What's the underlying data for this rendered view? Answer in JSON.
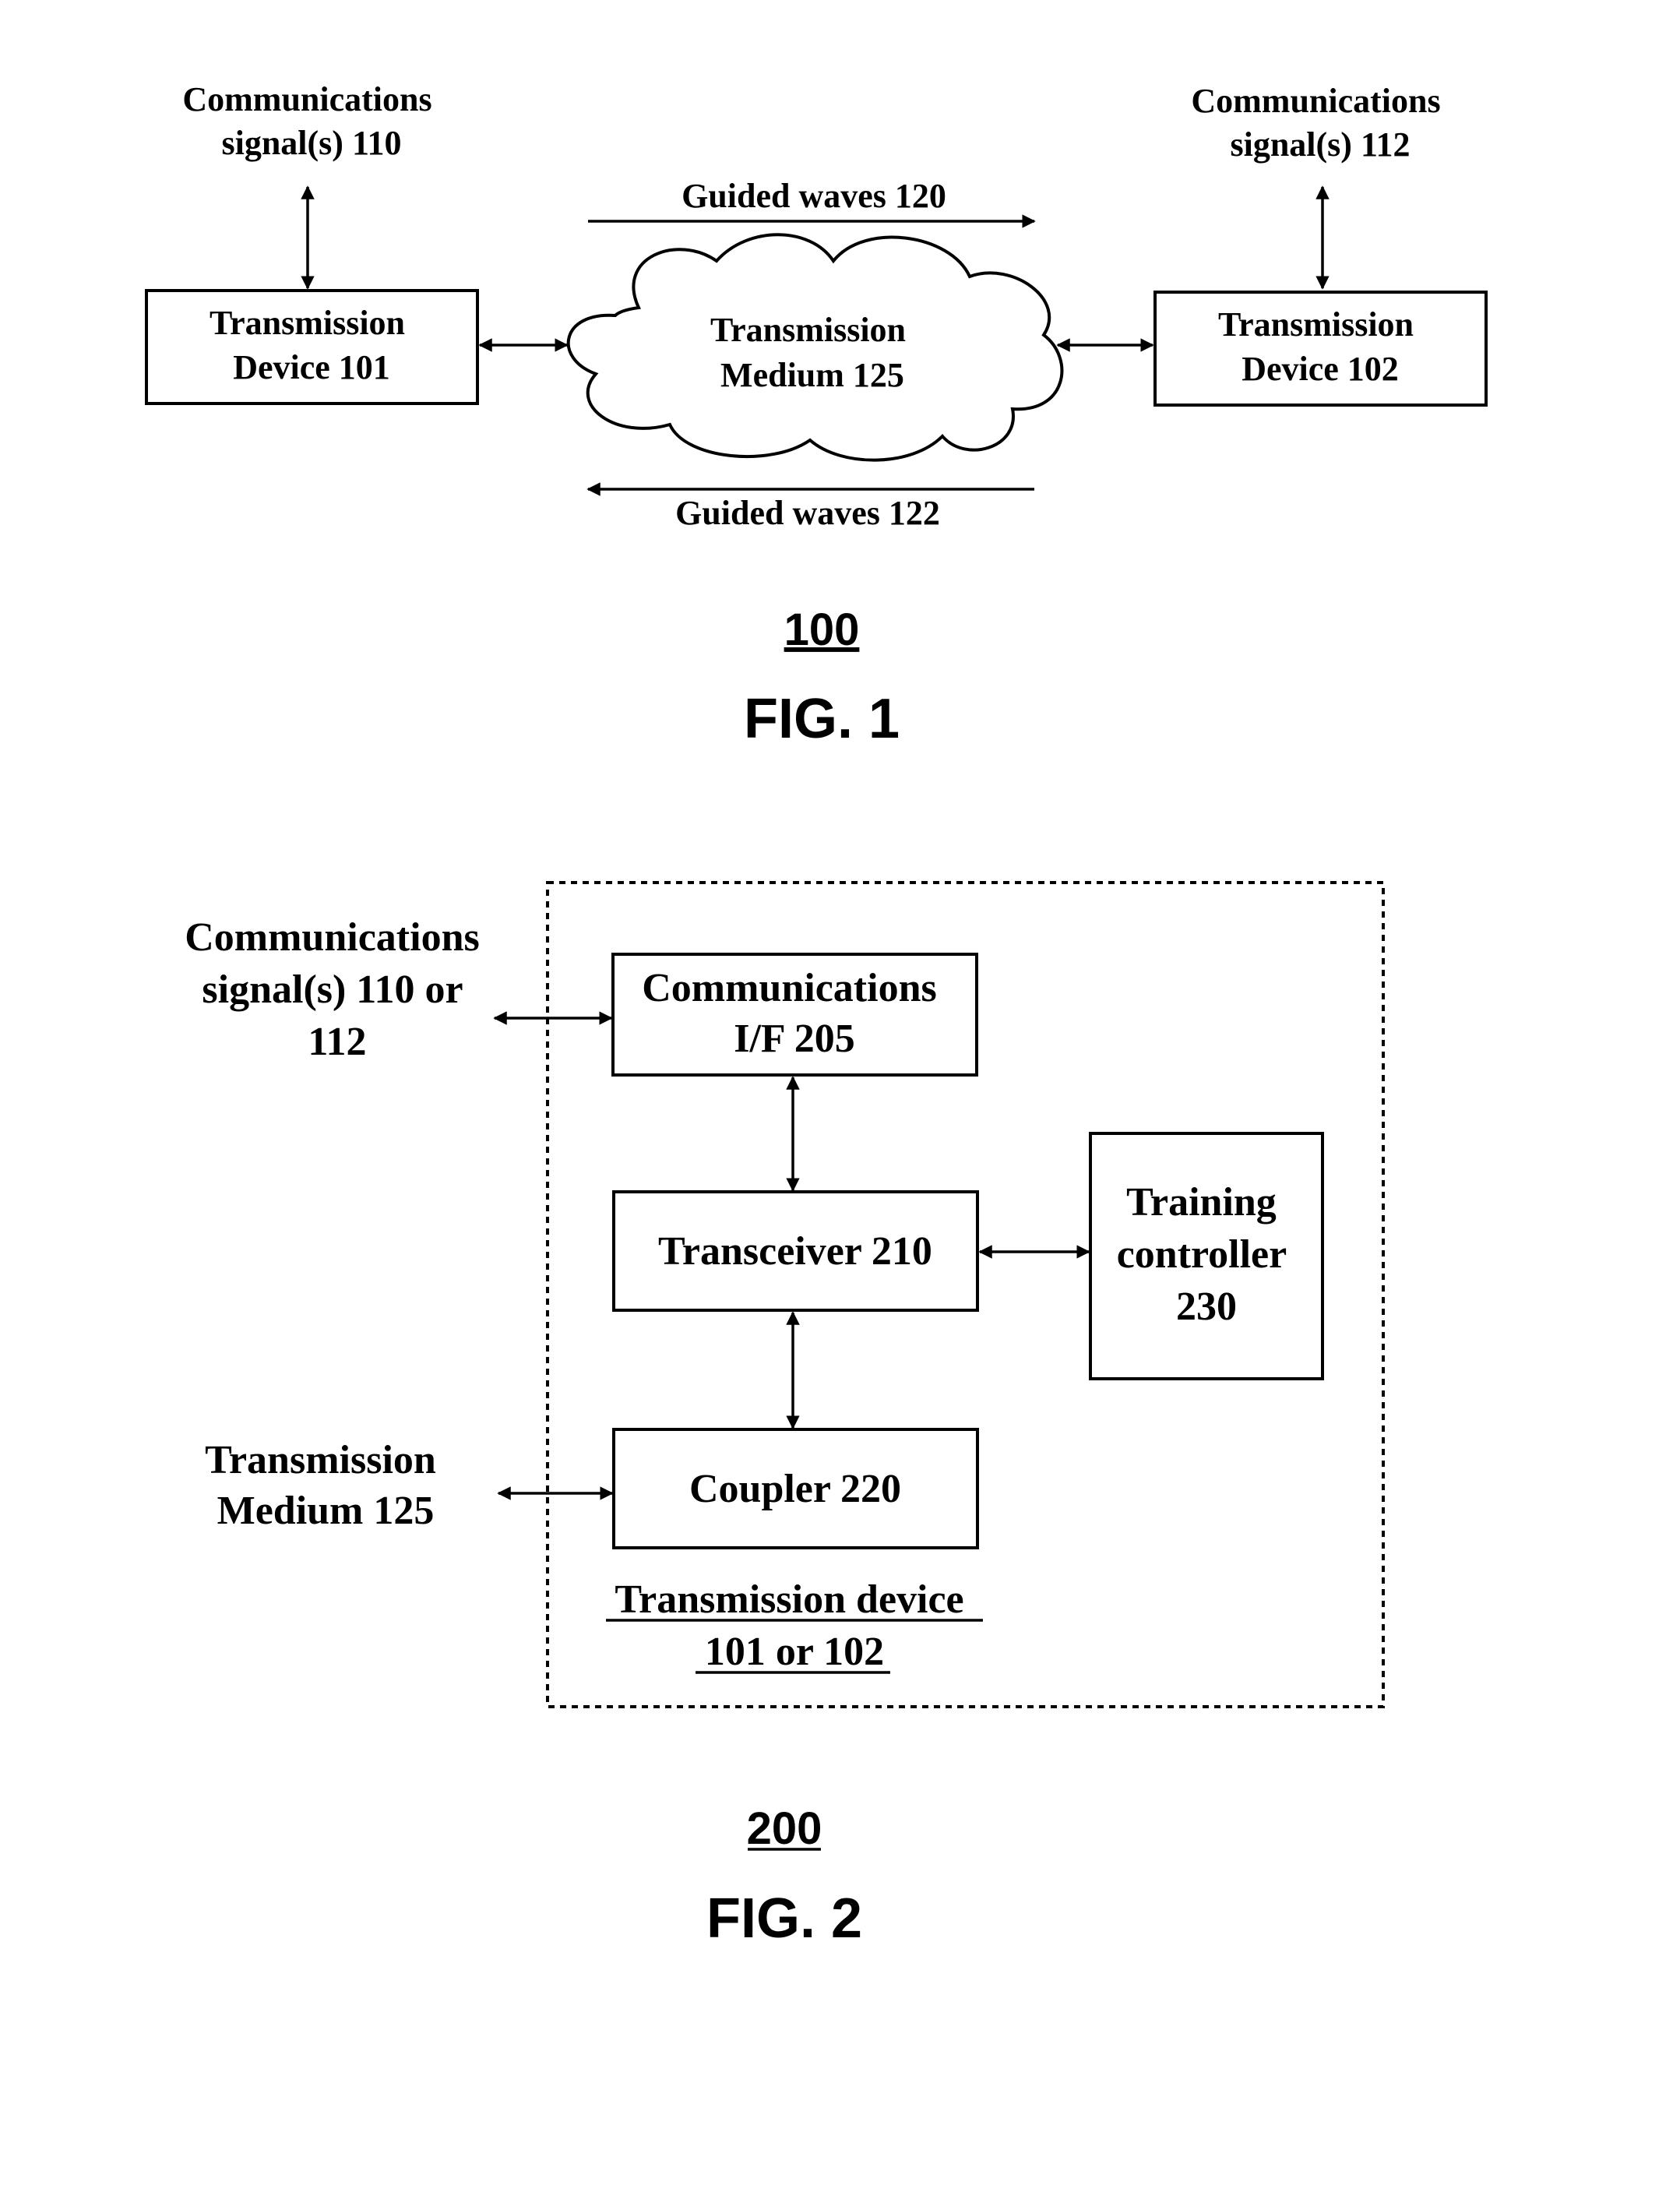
{
  "fig1": {
    "signal_left": [
      "Communications",
      "signal(s) 110"
    ],
    "signal_right": [
      "Communications",
      "signal(s) 112"
    ],
    "device_left": [
      "Transmission",
      "Device 101"
    ],
    "device_right": [
      "Transmission",
      "Device 102"
    ],
    "medium": [
      "Transmission",
      "Medium 125"
    ],
    "wave_top": "Guided waves 120",
    "wave_bottom": "Guided waves 122",
    "ref": "100",
    "caption": "FIG. 1"
  },
  "fig2": {
    "signal_label": [
      "Communications",
      "signal(s) 110 or",
      "112"
    ],
    "medium_label": [
      "Transmission",
      "Medium 125"
    ],
    "comm_if": [
      "Communications",
      "I/F 205"
    ],
    "transceiver": "Transceiver 210",
    "training": [
      "Training",
      "controller",
      "230"
    ],
    "coupler": "Coupler 220",
    "device_label": [
      "Transmission device",
      "101 or 102"
    ],
    "ref": "200",
    "caption": "FIG. 2"
  }
}
